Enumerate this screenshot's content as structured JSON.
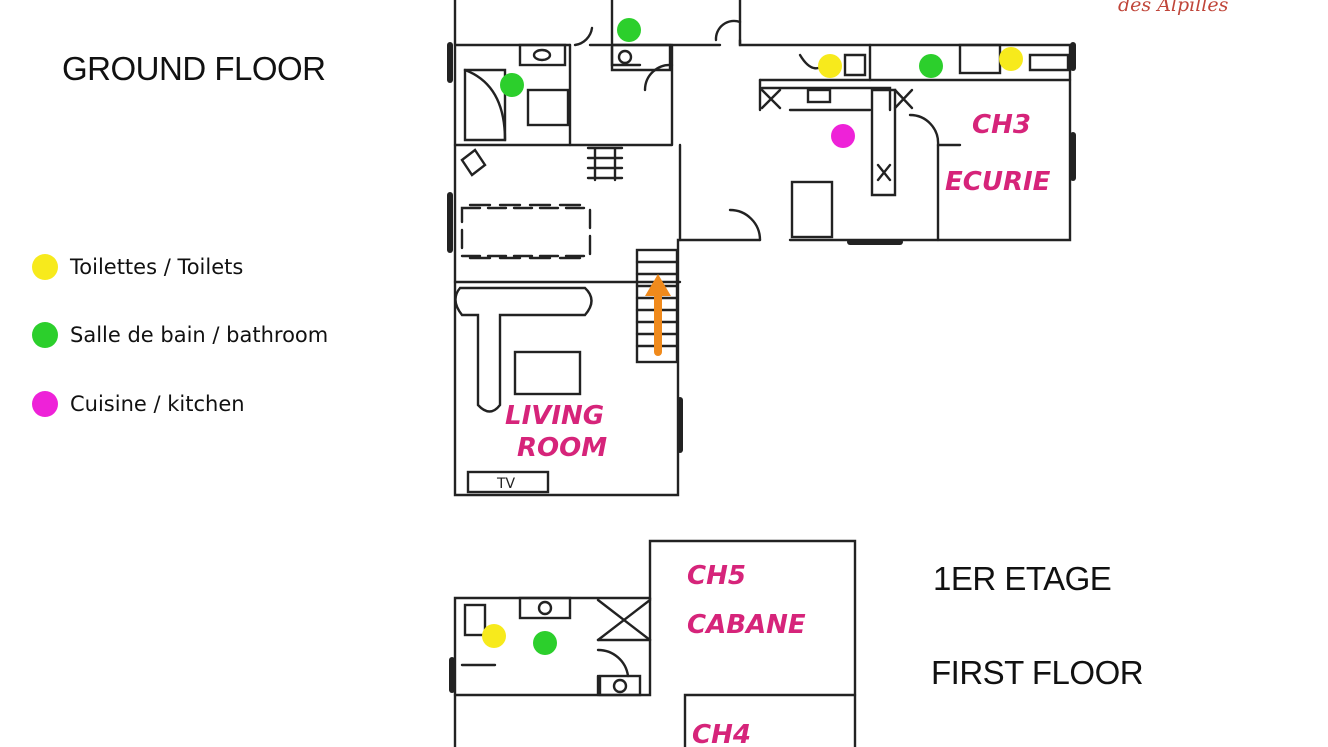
{
  "titles": {
    "ground_floor": "GROUND FLOOR",
    "first_floor_fr": "1ER ETAGE",
    "first_floor_en": "FIRST FLOOR"
  },
  "brand": "des Alpilles",
  "legend": [
    {
      "label": "Toilettes / Toilets",
      "color": "#f7ea1c"
    },
    {
      "label": "Salle de bain / bathroom",
      "color": "#2ccf2c"
    },
    {
      "label": "Cuisine / kitchen",
      "color": "#ee22d8"
    }
  ],
  "rooms": {
    "ch3_a": "CH3",
    "ch3_b": "ECURIE",
    "living_a": "LIVING",
    "living_b": "ROOM",
    "tv": "TV",
    "ch5_a": "CH5",
    "ch5_b": "CABANE",
    "ch4": "CH4"
  },
  "colors": {
    "toilet": "#f7ea1c",
    "bathroom": "#2ccf2c",
    "kitchen": "#ee22d8",
    "arrow": "#f08a1c",
    "room_label": "#d6247a"
  }
}
